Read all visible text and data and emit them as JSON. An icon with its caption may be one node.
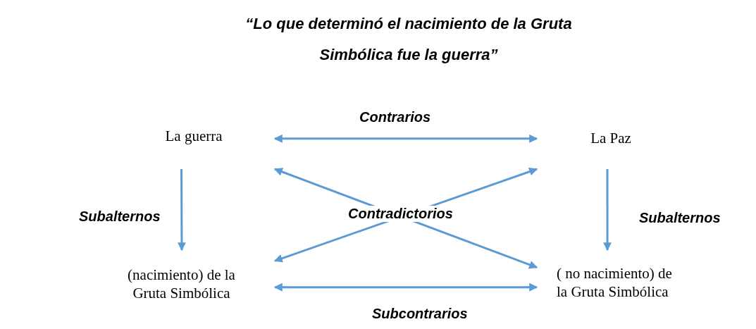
{
  "diagram": {
    "title": "“Lo que determinó el nacimiento de la Gruta Simbólica fue la guerra”",
    "nodes": [
      {
        "text": [
          "La guerra"
        ]
      },
      {
        "text": [
          "La Paz"
        ]
      },
      {
        "text": [
          "(nacimiento) de la Gruta Simbólica"
        ]
      },
      {
        "text": [
          "( no nacimiento) de la Gruta Simbólica"
        ]
      }
    ],
    "edges": [
      {
        "from": 0,
        "to": 1,
        "arrow": "both",
        "label": "Contrarios"
      },
      {
        "from": 0,
        "to": 2,
        "arrow": "to",
        "label": "Subalternos"
      },
      {
        "from": 1,
        "to": 3,
        "arrow": "to",
        "label": "Subalternos"
      },
      {
        "from": 0,
        "to": 3,
        "arrow": "both",
        "label": "Contradictorios"
      },
      {
        "from": 1,
        "to": 2,
        "arrow": "both"
      },
      {
        "from": 2,
        "to": 3,
        "arrow": "both",
        "label": "Subcontrarios"
      }
    ]
  }
}
